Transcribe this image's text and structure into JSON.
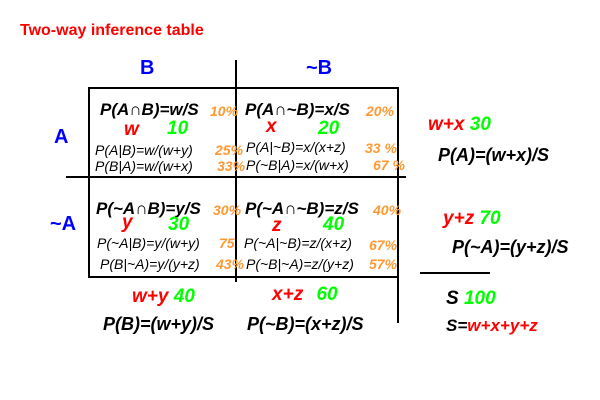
{
  "title": "Two-way inference table",
  "col_headers": [
    "B",
    "~B"
  ],
  "row_headers": [
    "A",
    "~A"
  ],
  "cells": [
    {
      "joint": "P(A∩B)=w/S",
      "joint_pct": "10%",
      "var": "w",
      "count": "10",
      "c1": "P(A|B)=w/(w+y)",
      "c1_pct": "25%",
      "c2": "P(B|A)=w/(w+x)",
      "c2_pct": "33%"
    },
    {
      "joint": "P(A∩~B)=x/S",
      "joint_pct": "20%",
      "var": "x",
      "count": "20",
      "c1": "P(A|~B)=x/(x+z)",
      "c1_pct": "33 %",
      "c2": "P(~B|A)=x/(w+x)",
      "c2_pct": "67 %"
    },
    {
      "joint": "P(~A∩B)=y/S",
      "joint_pct": "30%",
      "var": "y",
      "count": "30",
      "c1": "P(~A|B)=y/(w+y)",
      "c1_pct": "75",
      "c2": "P(B|~A)=y/(y+z)",
      "c2_pct": "43%"
    },
    {
      "joint": "P(~A∩~B)=z/S",
      "joint_pct": "40%",
      "var": "z",
      "count": "40",
      "c1": "P(~A|~B)=z/(x+z)",
      "c1_pct": "67%",
      "c2": "P(~B|~A)=z/(y+z)",
      "c2_pct": "57%"
    }
  ],
  "row_totals": [
    {
      "a": "w",
      "op": "+",
      "b": "x",
      "count": "30",
      "formula": "P(A)=(w+x)/S"
    },
    {
      "a": "y",
      "op": "+",
      "b": "z",
      "count": "70",
      "formula": "P(~A)=(y+z)/S"
    }
  ],
  "col_totals": [
    {
      "a": "w",
      "op": "+",
      "b": "y",
      "count": "40",
      "formula": "P(B)=(w+y)/S"
    },
    {
      "a": "x",
      "op": "+",
      "b": "z",
      "count": "60",
      "formula": "P(~B)=(x+z)/S"
    }
  ],
  "grand_total": {
    "label": "S",
    "count": "100",
    "formula_prefix": "S=",
    "terms": [
      "w",
      "+",
      "x",
      "+",
      "y",
      "+",
      "z"
    ]
  }
}
